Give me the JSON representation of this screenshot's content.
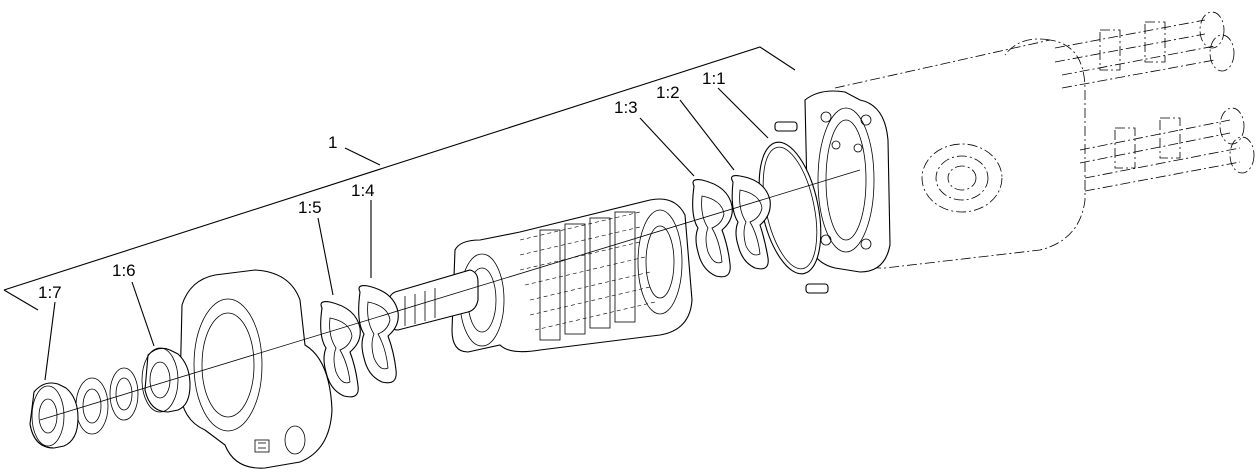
{
  "callouts": {
    "assembly": "1",
    "c1_1": "1:1",
    "c1_2": "1:2",
    "c1_3": "1:3",
    "c1_4": "1:4",
    "c1_5": "1:5",
    "c1_6": "1:6",
    "c1_7": "1:7"
  }
}
